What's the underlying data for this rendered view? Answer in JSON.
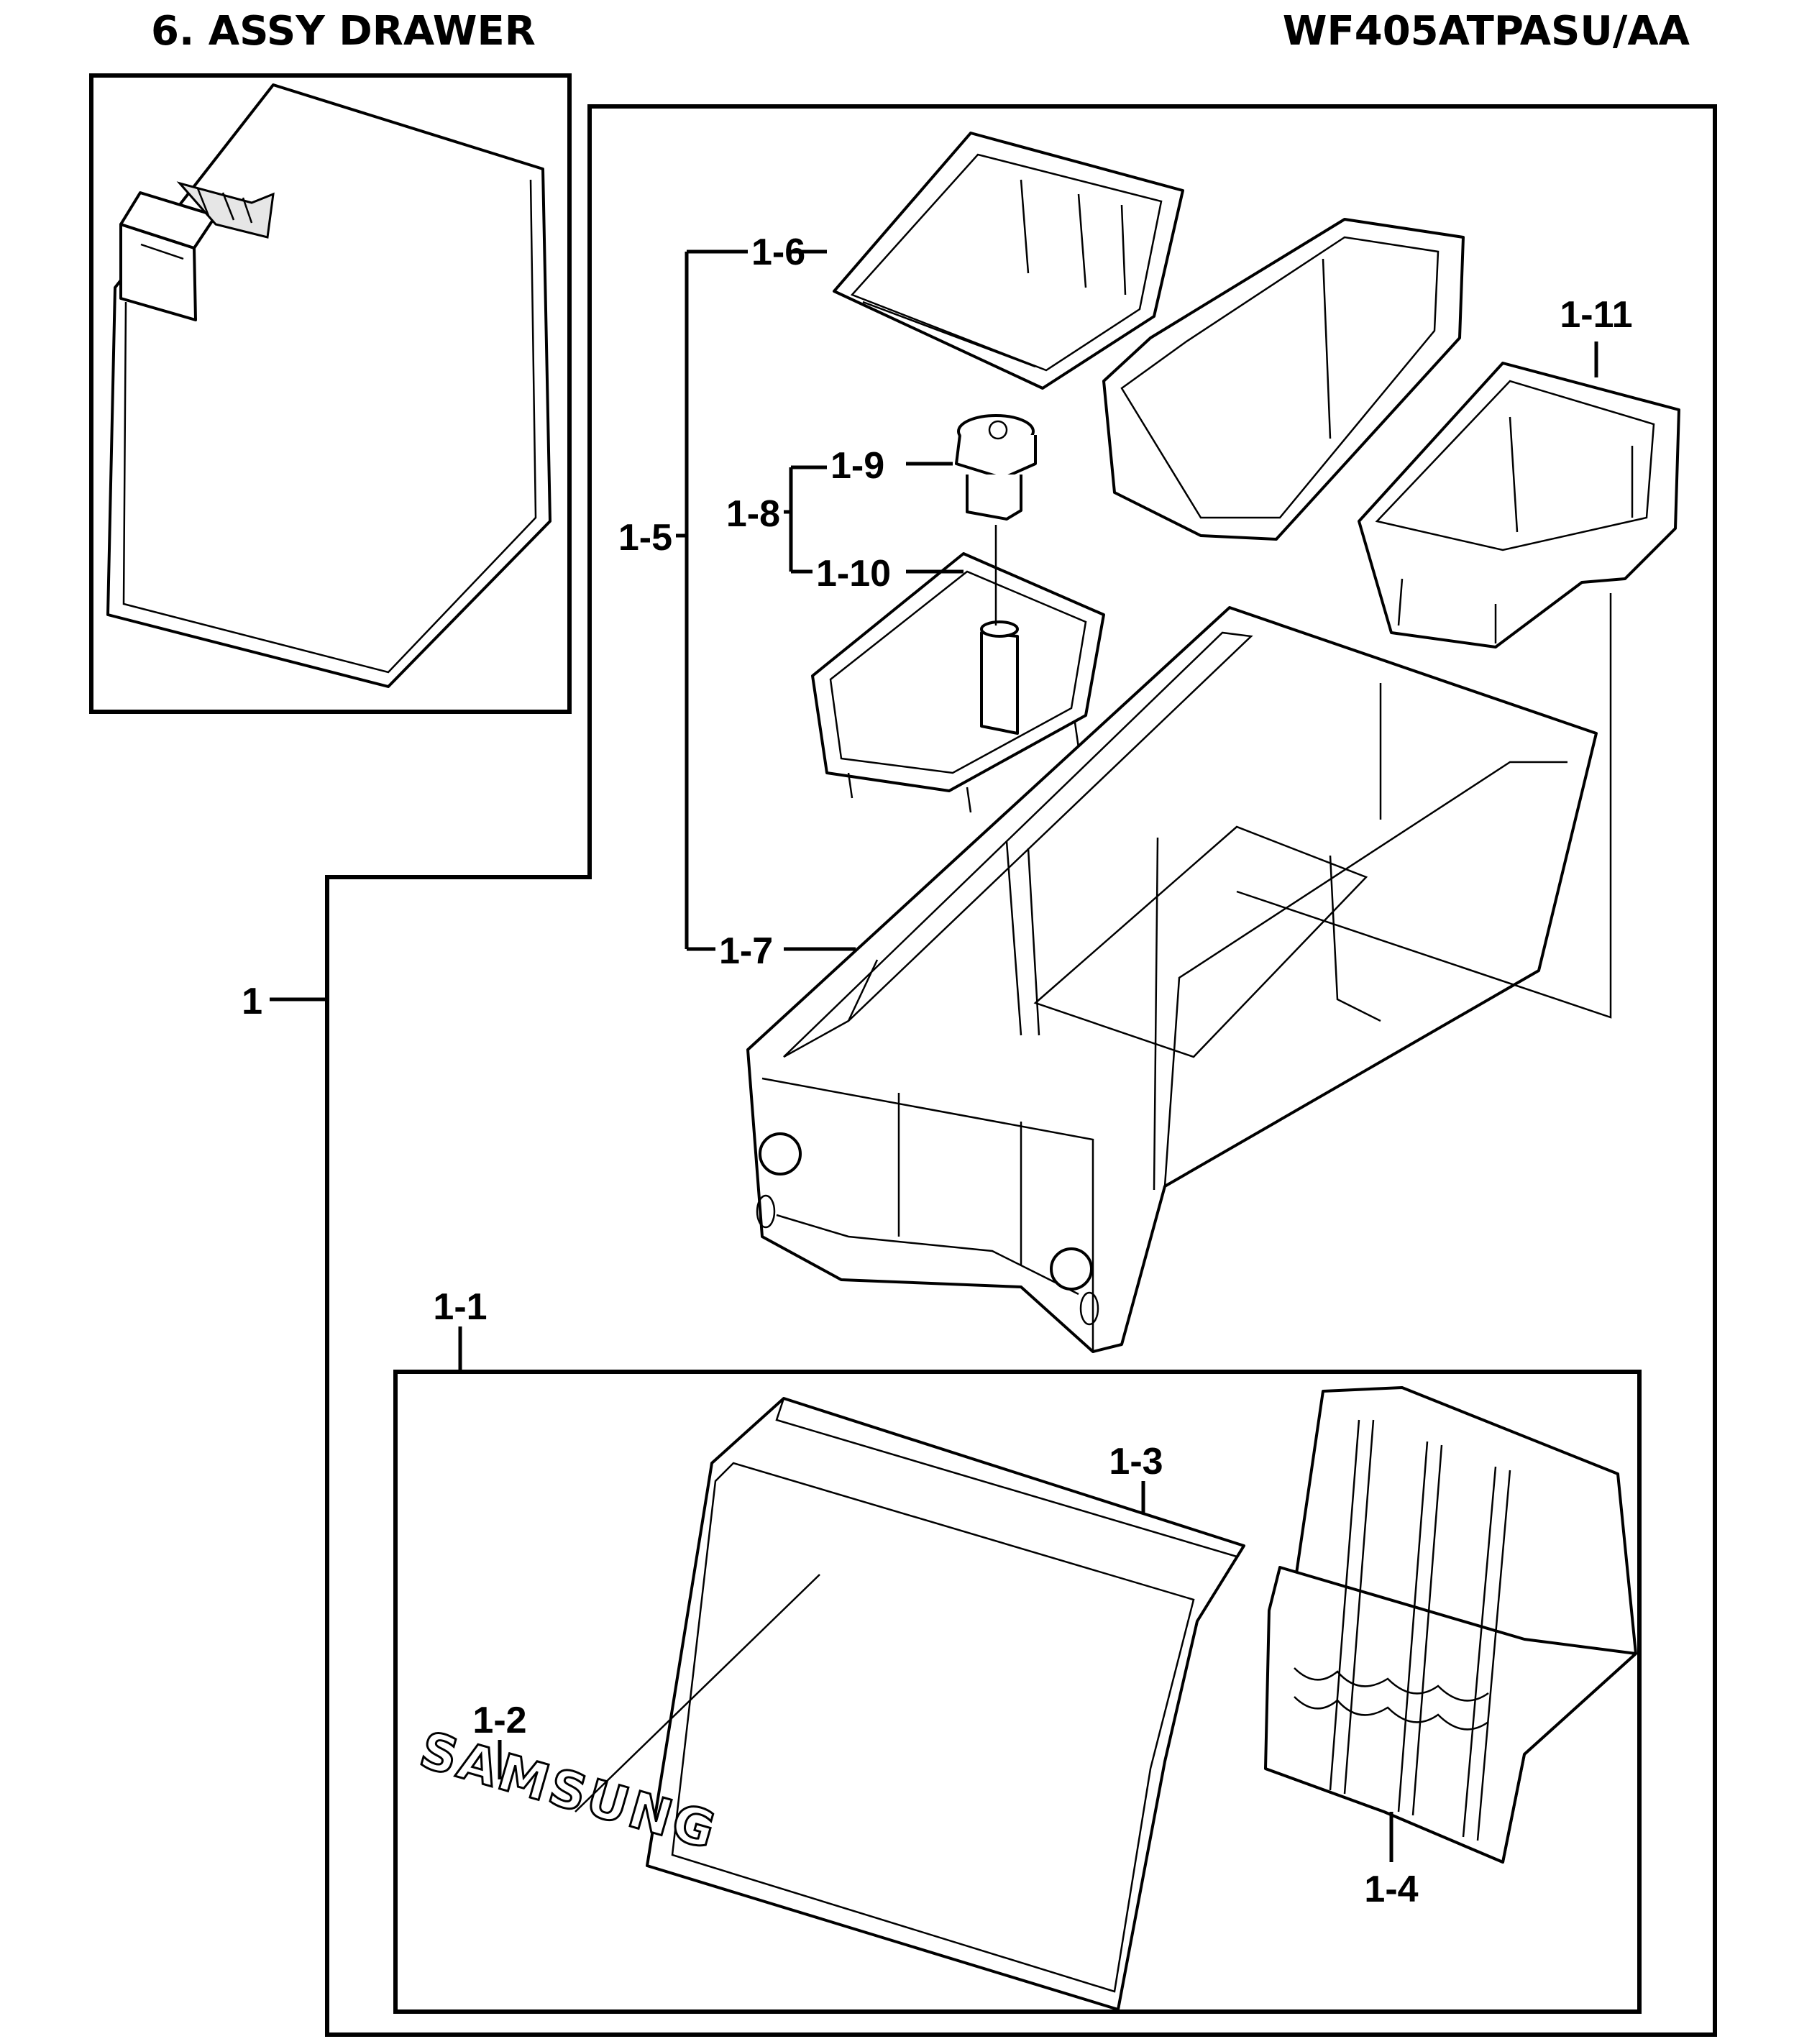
{
  "header": {
    "section_title": "6. ASSY DRAWER",
    "model_number": "WF405ATPASU/AA"
  },
  "callouts": {
    "c1": "1",
    "c1_1": "1-1",
    "c1_2": "1-2",
    "c1_3": "1-3",
    "c1_4": "1-4",
    "c1_5": "1-5",
    "c1_6": "1-6",
    "c1_7": "1-7",
    "c1_8": "1-8",
    "c1_9": "1-9",
    "c1_10": "1-10",
    "c1_11": "1-11"
  },
  "logo_text": "SAMSUNG"
}
